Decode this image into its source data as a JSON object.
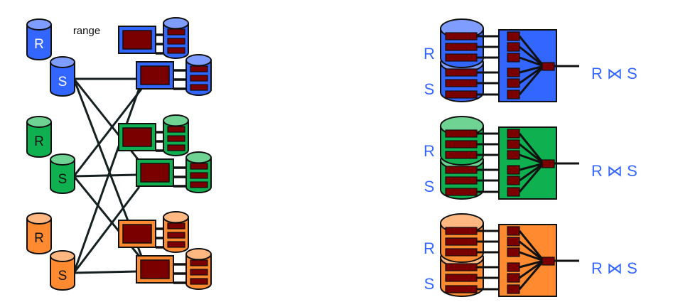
{
  "left_panel": {
    "annotation": "range",
    "groups": [
      {
        "name": "blue",
        "fill": "#3366ff",
        "top": "#7f9dff",
        "label_color": "#ffffff",
        "r_label": "R",
        "s_label": "S"
      },
      {
        "name": "green",
        "fill": "#0fb050",
        "top": "#6fd394",
        "label_color": "#111111",
        "r_label": "R",
        "s_label": "S"
      },
      {
        "name": "orange",
        "fill": "#ff8a30",
        "top": "#ffb882",
        "label_color": "#111111",
        "r_label": "R",
        "s_label": "S"
      }
    ]
  },
  "right_panel": {
    "rows": [
      {
        "name": "blue",
        "fill": "#3366ff",
        "top": "#7f9dff",
        "r_label": "R",
        "s_label": "S",
        "result": "R ⋈ S"
      },
      {
        "name": "green",
        "fill": "#0fb050",
        "top": "#6fd394",
        "r_label": "R",
        "s_label": "S",
        "result": "R ⋈ S"
      },
      {
        "name": "orange",
        "fill": "#ff8a30",
        "top": "#ffb882",
        "r_label": "R",
        "s_label": "S",
        "result": "R ⋈ S"
      }
    ],
    "label_color": "#3366ff"
  },
  "colors": {
    "processor": "#7a0000",
    "line": "#152020",
    "outline": "#111111"
  }
}
